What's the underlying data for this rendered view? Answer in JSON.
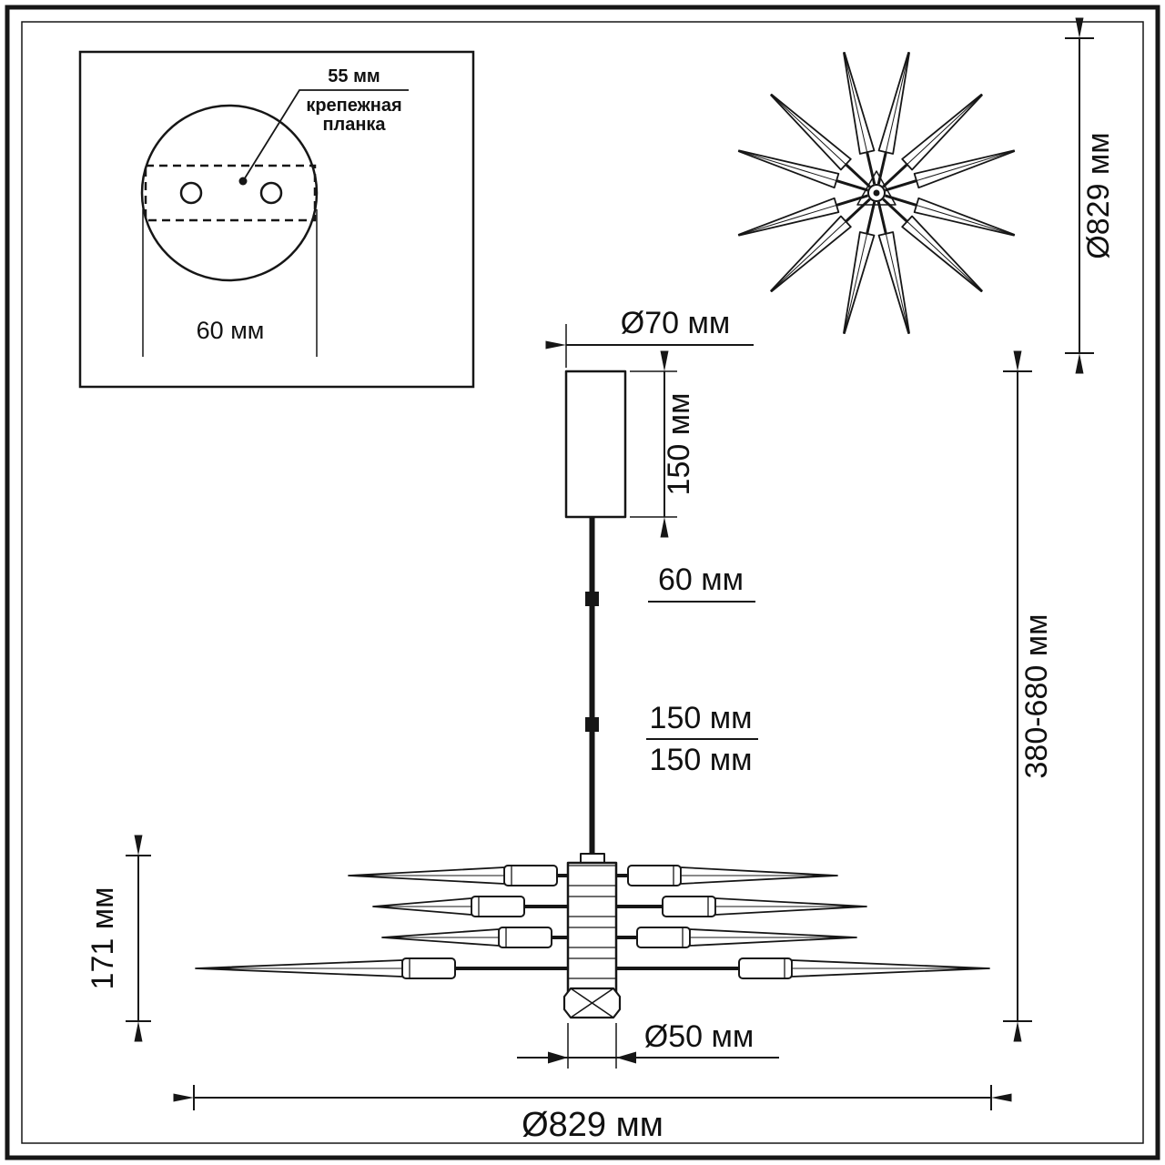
{
  "colors": {
    "line": "#161616",
    "background": "#ffffff"
  },
  "inset": {
    "dim_55": "55 мм",
    "mount_label_line1": "крепежная",
    "mount_label_line2": "планка",
    "dim_60": "60 мм"
  },
  "top_view": {
    "dia_829": "Ø829 мм"
  },
  "side_view": {
    "dia_70": "Ø70 мм",
    "dim_150_canopy": "150 мм",
    "dim_60_rod": "60 мм",
    "dim_150_upper": "150 мм",
    "dim_150_lower": "150 мм",
    "dim_171": "171 мм",
    "height_range": "380-680 мм",
    "dia_50": "Ø50 мм",
    "dia_829": "Ø829 мм"
  }
}
